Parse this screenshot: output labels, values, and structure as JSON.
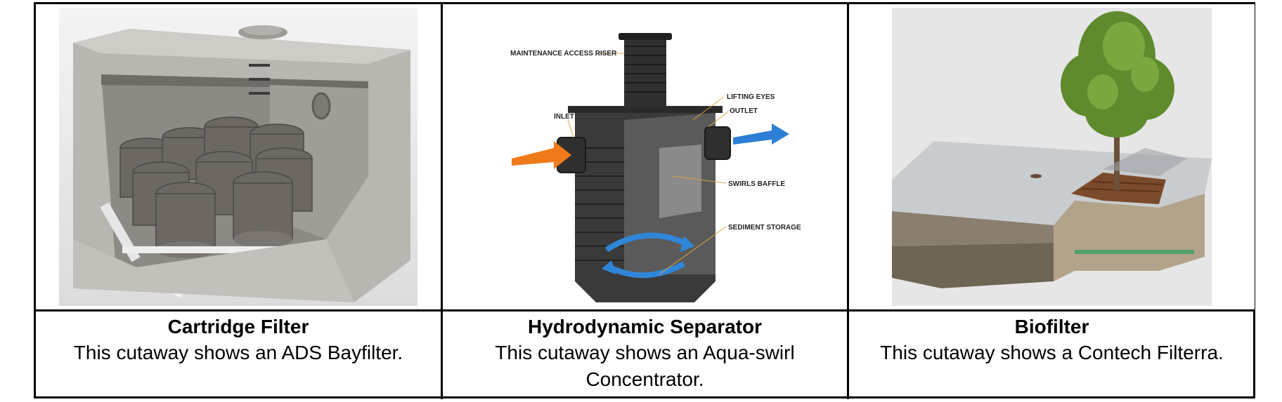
{
  "panels": [
    {
      "id": "cartridge",
      "title": "Cartridge Filter",
      "caption": "This cutaway shows an ADS Bayfilter."
    },
    {
      "id": "hydrodynamic",
      "title": "Hydrodynamic Separator",
      "caption": "This cutaway shows an Aqua-swirl Concentrator.",
      "labels": {
        "riser": "MAINTENANCE ACCESS RISER",
        "lifting": "LIFTING EYES",
        "outlet": "OUTLET",
        "inlet": "INLET",
        "baffle": "SWIRLS BAFFLE",
        "sediment": "SEDIMENT STORAGE"
      }
    },
    {
      "id": "biofilter",
      "title": "Biofilter",
      "caption": "This cutaway shows a Contech Filterra."
    }
  ],
  "colors": {
    "border": "#000000",
    "inlet_arrow": "#f07a1a",
    "outlet_arrow": "#2d7fd6",
    "swirl": "#2f86d9"
  }
}
